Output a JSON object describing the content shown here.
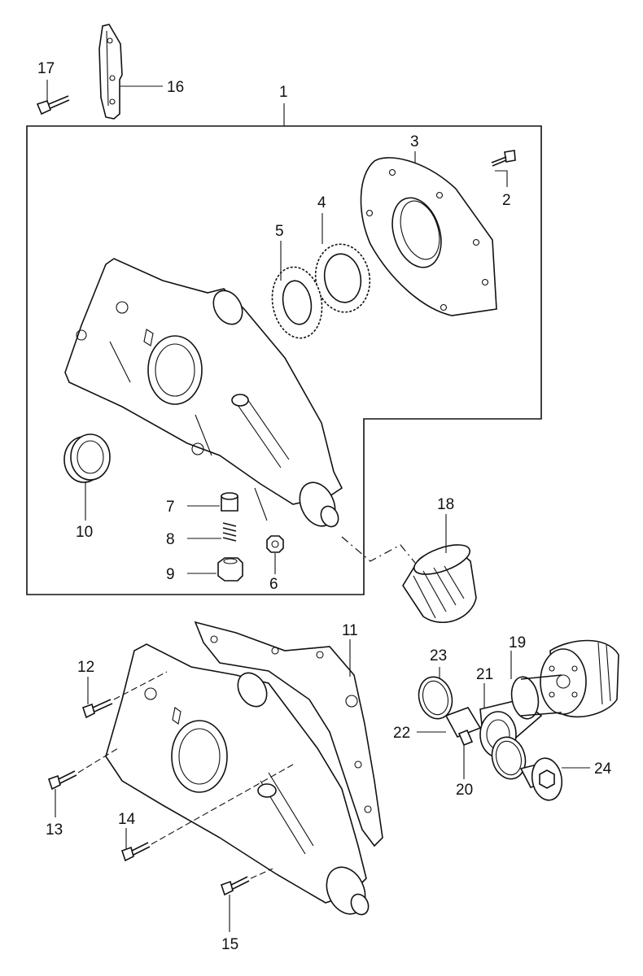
{
  "diagram": {
    "callouts": {
      "c1": "1",
      "c2": "2",
      "c3": "3",
      "c4": "4",
      "c5": "5",
      "c6": "6",
      "c7": "7",
      "c8": "8",
      "c9": "9",
      "c10": "10",
      "c11": "11",
      "c12": "12",
      "c13": "13",
      "c14": "14",
      "c15": "15",
      "c16": "16",
      "c17": "17",
      "c18": "18",
      "c19": "19",
      "c20": "20",
      "c21": "21",
      "c22": "22",
      "c23": "23",
      "c24": "24"
    }
  }
}
